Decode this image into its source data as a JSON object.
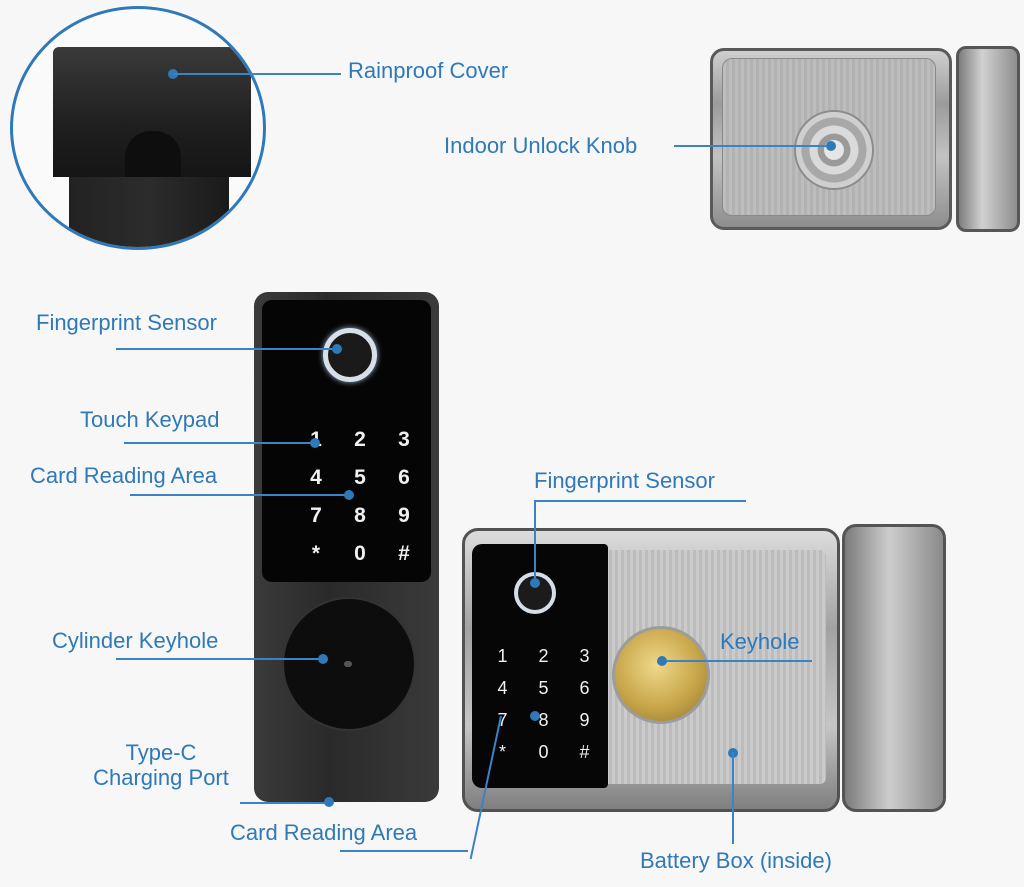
{
  "labels": {
    "rainproof_cover": "Rainproof Cover",
    "indoor_unlock_knob": "Indoor Unlock Knob",
    "fingerprint_sensor_left": "Fingerprint Sensor",
    "touch_keypad": "Touch Keypad",
    "card_reading_area_left": "Card Reading Area",
    "cylinder_keyhole": "Cylinder Keyhole",
    "typec_line1": "Type-C",
    "typec_line2": "Charging Port",
    "card_reading_area_bottom": "Card Reading Area",
    "fingerprint_sensor_right": "Fingerprint Sensor",
    "keyhole": "Keyhole",
    "battery_box": "Battery Box (inside)"
  },
  "keypad_keys": [
    "1",
    "2",
    "3",
    "4",
    "5",
    "6",
    "7",
    "8",
    "9",
    "*",
    "0",
    "#"
  ],
  "colors": {
    "label_blue": "#2f79b8",
    "line_blue": "#3b83c4",
    "device_black": "#050505",
    "steel": "#b8b8b8",
    "brass": "#c8a64a"
  }
}
